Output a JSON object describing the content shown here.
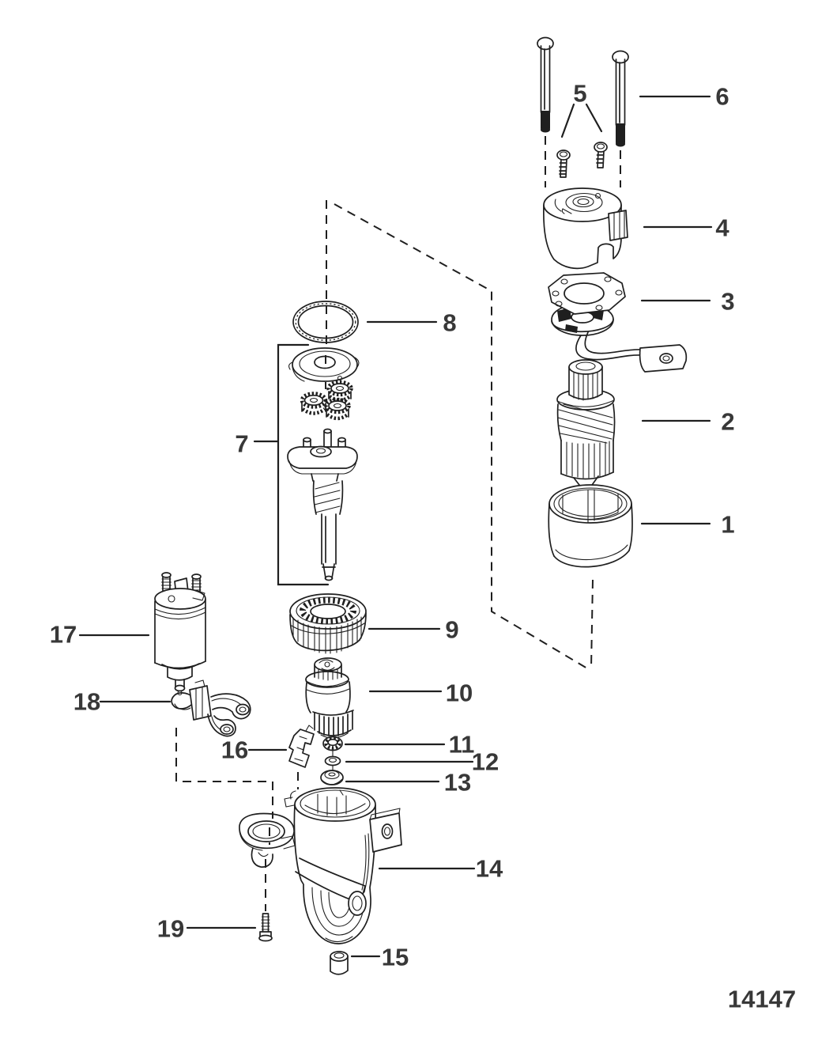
{
  "diagram": {
    "figure_type": "exploded-parts-diagram",
    "drawing_number": "14147",
    "colors": {
      "background": "#ffffff",
      "line": "#1f1f1f",
      "label": "#383838"
    },
    "callouts": {
      "c1": "1",
      "c2": "2",
      "c3": "3",
      "c4": "4",
      "c5": "5",
      "c6": "6",
      "c7": "7",
      "c8": "8",
      "c9": "9",
      "c10": "10",
      "c11": "11",
      "c12": "12",
      "c13": "13",
      "c14": "14",
      "c15": "15",
      "c16": "16",
      "c17": "17",
      "c18": "18",
      "c19": "19"
    }
  }
}
